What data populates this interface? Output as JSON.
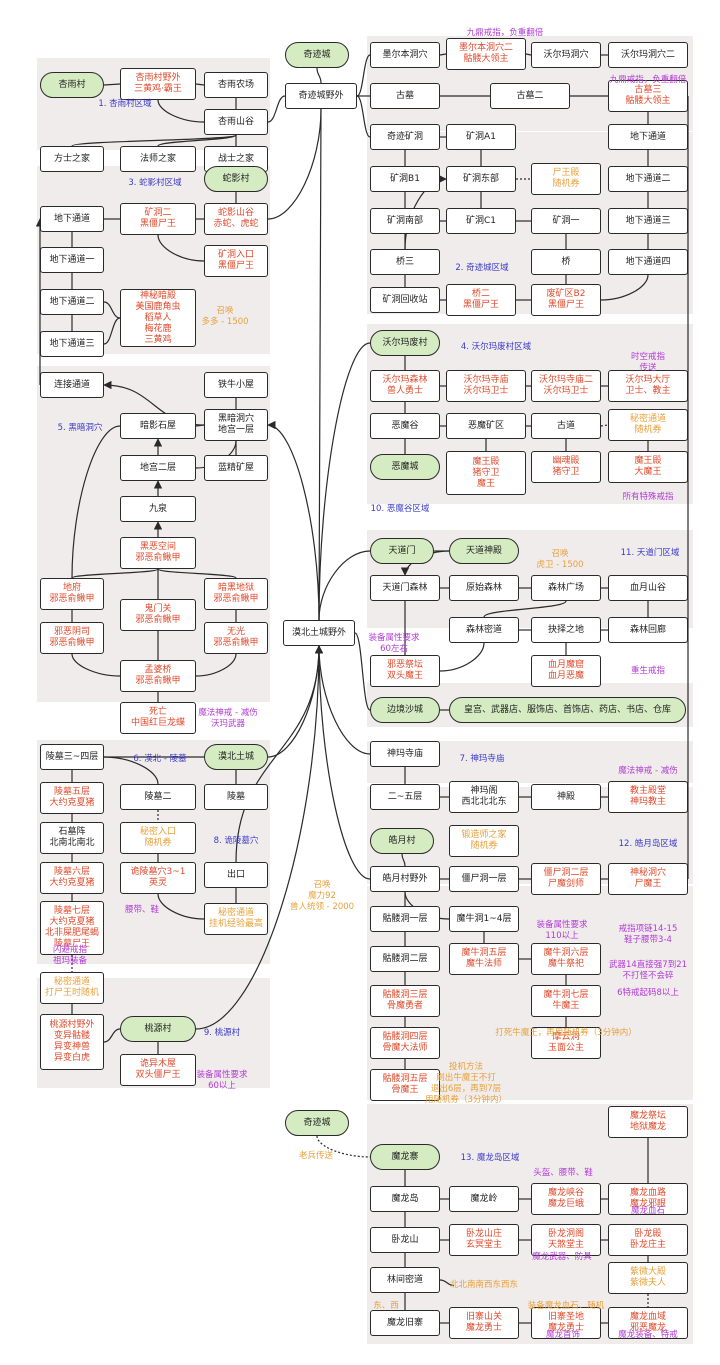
{
  "nodes": {
    "xingcun": {
      "lines": [
        "杏雨村"
      ],
      "style": "green"
    },
    "xingyuan": {
      "lines": [
        "杏雨村野外",
        "三黄鸡·霸王"
      ],
      "style": "red"
    },
    "xingnong": {
      "lines": [
        "杏雨农场"
      ]
    },
    "xinggu": {
      "lines": [
        "杏雨山谷"
      ]
    },
    "fangshi": {
      "lines": [
        "方士之家"
      ]
    },
    "fashi": {
      "lines": [
        "法师之家"
      ]
    },
    "zhanshi": {
      "lines": [
        "战士之家"
      ]
    },
    "qiji1": {
      "lines": [
        "奇迹城"
      ],
      "style": "green"
    },
    "qijiye": {
      "lines": [
        "奇迹城野外"
      ]
    },
    "moer1": {
      "lines": [
        "墨尔本洞穴"
      ]
    },
    "moer2": {
      "lines": [
        "墨尔本洞穴二",
        "骷髅大领主"
      ],
      "style": "red"
    },
    "wo1": {
      "lines": [
        "沃尔玛洞穴"
      ]
    },
    "wo2": {
      "lines": [
        "沃尔玛洞穴二"
      ]
    },
    "gumu": {
      "lines": [
        "古墓"
      ]
    },
    "gumu2": {
      "lines": [
        "古墓二"
      ]
    },
    "gumu3": {
      "lines": [
        "古墓三",
        "骷髅大领主"
      ],
      "style": "red"
    },
    "dixia1": {
      "lines": [
        "地下通道"
      ]
    },
    "dixia2": {
      "lines": [
        "地下通道二"
      ]
    },
    "dixia3": {
      "lines": [
        "地下通道三"
      ]
    },
    "dixia4": {
      "lines": [
        "地下通道四"
      ]
    },
    "qikuang": {
      "lines": [
        "奇迹矿洞"
      ]
    },
    "kuanga1": {
      "lines": [
        "矿洞A1"
      ]
    },
    "kuangb1": {
      "lines": [
        "矿洞B1"
      ]
    },
    "kuangdong": {
      "lines": [
        "矿洞东部"
      ]
    },
    "shiwang": {
      "lines": [
        "尸王殿",
        "随机券"
      ],
      "style": "orange"
    },
    "kuangnan": {
      "lines": [
        "矿洞南部"
      ]
    },
    "kuangc1": {
      "lines": [
        "矿洞C1"
      ]
    },
    "kuangyi": {
      "lines": [
        "矿洞一"
      ]
    },
    "qiao3": {
      "lines": [
        "桥三"
      ]
    },
    "qiao": {
      "lines": [
        "桥"
      ]
    },
    "kuanghui": {
      "lines": [
        "矿洞回收站"
      ]
    },
    "qiao2": {
      "lines": [
        "桥二",
        "黑僵尸王"
      ],
      "style": "red"
    },
    "feikuang": {
      "lines": [
        "废矿区B2",
        "黑僵尸王"
      ],
      "style": "red"
    },
    "shecun": {
      "lines": [
        "蛇影村"
      ],
      "style": "green"
    },
    "sd_dixia": {
      "lines": [
        "地下通道"
      ]
    },
    "sd_kuang2": {
      "lines": [
        "矿洞二",
        "黑僵尸王"
      ],
      "style": "red"
    },
    "sd_shegu": {
      "lines": [
        "蛇影山谷",
        "赤蛇、虎蛇"
      ],
      "style": "red"
    },
    "sd_dixia1": {
      "lines": [
        "地下通道一"
      ]
    },
    "sd_rukou": {
      "lines": [
        "矿洞入口",
        "黑僵尸王"
      ],
      "style": "red"
    },
    "sd_dixia2": {
      "lines": [
        "地下通道二"
      ]
    },
    "sd_shenmi": {
      "lines": [
        "神秘暗殿",
        "美国鹿角虫",
        "稻草人",
        "梅花鹿",
        "三黄鸡"
      ],
      "style": "red"
    },
    "sd_dixia3": {
      "lines": [
        "地下通道三"
      ]
    },
    "lianjie": {
      "lines": [
        "连接通道"
      ]
    },
    "tieniu": {
      "lines": [
        "铁牛小屋"
      ]
    },
    "anying": {
      "lines": [
        "暗影石屋"
      ]
    },
    "heian": {
      "lines": [
        "黑暗洞穴",
        "地宫一层"
      ]
    },
    "digong2": {
      "lines": [
        "地宫二层"
      ]
    },
    "lanjing": {
      "lines": [
        "蓝精矿屋"
      ]
    },
    "jiuquan": {
      "lines": [
        "九泉"
      ]
    },
    "heie": {
      "lines": [
        "黑恶空间",
        "邪恶俞鳅甲"
      ],
      "style": "red"
    },
    "difu": {
      "lines": [
        "地府",
        "邪恶俞鳅甲"
      ],
      "style": "red"
    },
    "anhei": {
      "lines": [
        "暗黑地狱",
        "邪恶俞鳅甲"
      ],
      "style": "red"
    },
    "guimen": {
      "lines": [
        "鬼门关",
        "邪恶俞鳅甲"
      ],
      "style": "red"
    },
    "xiee": {
      "lines": [
        "邪恶阴司",
        "邪恶俞鳅甲"
      ],
      "style": "red"
    },
    "wuguang": {
      "lines": [
        "无光",
        "邪恶俞鳅甲"
      ],
      "style": "red"
    },
    "mengpo": {
      "lines": [
        "孟婆桥",
        "邪恶俞鳅甲"
      ],
      "style": "red"
    },
    "siwang": {
      "lines": [
        "死亡",
        "中国红巨龙蝶"
      ],
      "style": "red"
    },
    "woercun": {
      "lines": [
        "沃尔玛废村"
      ],
      "style": "green"
    },
    "wo_sen": {
      "lines": [
        "沃尔玛森林",
        "兽人勇士"
      ],
      "style": "red"
    },
    "wo_simiao": {
      "lines": [
        "沃尔玛寺庙",
        "沃尔玛卫士"
      ],
      "style": "red"
    },
    "wo_simiao2": {
      "lines": [
        "沃尔玛寺庙二",
        "沃尔玛卫士"
      ],
      "style": "red"
    },
    "wo_dating": {
      "lines": [
        "沃尔玛大厅",
        "卫士、教主"
      ],
      "style": "red"
    },
    "emogu": {
      "lines": [
        "恶魔谷"
      ]
    },
    "emokuang": {
      "lines": [
        "恶魔矿区"
      ]
    },
    "gudao": {
      "lines": [
        "古道"
      ]
    },
    "mimi1": {
      "lines": [
        "秘密通道",
        "随机券"
      ],
      "style": "orange"
    },
    "emocheng": {
      "lines": [
        "恶魔城"
      ],
      "style": "green"
    },
    "mowangdian": {
      "lines": [
        "魔王殿",
        "猪守卫",
        "魔王"
      ],
      "style": "red"
    },
    "youling": {
      "lines": [
        "幽魂殿",
        "猪守卫"
      ],
      "style": "red"
    },
    "mowangdian2": {
      "lines": [
        "魔王殿",
        "大魔王"
      ],
      "style": "red"
    },
    "tiandaomen": {
      "lines": [
        "天道门"
      ],
      "style": "green"
    },
    "tiandaoshen": {
      "lines": [
        "天道神殿"
      ],
      "style": "green"
    },
    "td_sen": {
      "lines": [
        "天道门森林"
      ]
    },
    "yuanshi": {
      "lines": [
        "原始森林"
      ]
    },
    "senlin_gc": {
      "lines": [
        "森林广场"
      ]
    },
    "xueyue": {
      "lines": [
        "血月山谷"
      ]
    },
    "senlin_mi": {
      "lines": [
        "森林密道"
      ]
    },
    "jueze": {
      "lines": [
        "抉择之地"
      ]
    },
    "senlin_hui": {
      "lines": [
        "森林回廊"
      ]
    },
    "xiejitan": {
      "lines": [
        "邪恶祭坛",
        "双头魔王"
      ],
      "style": "red"
    },
    "xueyue_mo": {
      "lines": [
        "血月魔窟",
        "血月恶魔"
      ],
      "style": "red"
    },
    "hanbei": {
      "lines": [
        "漠北土城野外"
      ]
    },
    "bianjing": {
      "lines": [
        "边境沙城"
      ],
      "style": "green"
    },
    "huanggong": {
      "lines": [
        "皇宫、武器店、服饰店、首饰店、药店、书店、仓库"
      ],
      "style": "green"
    },
    "shenma_si": {
      "lines": [
        "神玛寺庙"
      ]
    },
    "erwu": {
      "lines": [
        "二~五层"
      ]
    },
    "shenma_ge": {
      "lines": [
        "神玛阁",
        "西北北北东"
      ]
    },
    "shendian": {
      "lines": [
        "神殿"
      ]
    },
    "jiaozhu_tang": {
      "lines": [
        "教主殿堂",
        "神玛教主"
      ],
      "style": "red"
    },
    "lingmu34": {
      "lines": [
        "陵墓三~四层"
      ]
    },
    "hanbei_tu": {
      "lines": [
        "漠北土城"
      ],
      "style": "green"
    },
    "lingmu5": {
      "lines": [
        "陵墓五层",
        "大约克夏猪"
      ],
      "style": "red"
    },
    "lingmu2": {
      "lines": [
        "陵墓二"
      ]
    },
    "lingmu": {
      "lines": [
        "陵墓"
      ]
    },
    "shimu": {
      "lines": [
        "石墓阵",
        "北南北南北"
      ]
    },
    "mimi_ru": {
      "lines": [
        "秘密入口",
        "随机券"
      ],
      "style": "orange"
    },
    "lingmu6": {
      "lines": [
        "陵墓六层",
        "大约克夏猪"
      ],
      "style": "red"
    },
    "gui_ling": {
      "lines": [
        "诡陵墓穴3~1",
        "英灵"
      ],
      "style": "red"
    },
    "chukou": {
      "lines": [
        "出口"
      ]
    },
    "lingmu7": {
      "lines": [
        "陵墓七层",
        "大约克夏猪",
        "北非屎肥尾蝎",
        "陵墓尸王"
      ],
      "style": "red"
    },
    "mimi_gua": {
      "lines": [
        "秘密通道",
        "挂机经验最高"
      ],
      "style": "orange"
    },
    "mimi_da": {
      "lines": [
        "秘密通道",
        "打尸王时随机"
      ],
      "style": "orange"
    },
    "taoyuan_ye": {
      "lines": [
        "桃源村野外",
        "变异骷髅",
        "异变神兽",
        "异变白虎"
      ],
      "style": "red"
    },
    "taoyuancun": {
      "lines": [
        "桃源村"
      ],
      "style": "green"
    },
    "guiyi": {
      "lines": [
        "诡异木屋",
        "双头僵尸王"
      ],
      "style": "red"
    },
    "haoyuecun": {
      "lines": [
        "皓月村"
      ],
      "style": "green"
    },
    "duanzao": {
      "lines": [
        "锻造师之家",
        "随机券"
      ],
      "style": "orange"
    },
    "haoyue_ye": {
      "lines": [
        "皓月村野外"
      ]
    },
    "jiangshi1": {
      "lines": [
        "僵尸洞一层"
      ]
    },
    "jiangshi2": {
      "lines": [
        "僵尸洞二层",
        "尸魔剑师"
      ],
      "style": "red"
    },
    "shenmi_dong": {
      "lines": [
        "神秘洞穴",
        "尸魔王"
      ],
      "style": "red"
    },
    "kulou1": {
      "lines": [
        "骷髅洞一层"
      ]
    },
    "moniu14": {
      "lines": [
        "魔牛洞1~4层"
      ]
    },
    "kulou2": {
      "lines": [
        "骷髅洞二层"
      ]
    },
    "moniu5": {
      "lines": [
        "魔牛洞五层",
        "魔牛法师"
      ],
      "style": "red"
    },
    "moniu6": {
      "lines": [
        "魔牛洞六层",
        "魔牛祭祀"
      ],
      "style": "red"
    },
    "kulou3": {
      "lines": [
        "骷髅洞三层",
        "骨魔勇者"
      ],
      "style": "red"
    },
    "moniu7": {
      "lines": [
        "魔牛洞七层",
        "牛魔王"
      ],
      "style": "red"
    },
    "kulou4": {
      "lines": [
        "骷髅洞四层",
        "骨魔大法师"
      ],
      "style": "red"
    },
    "moyun": {
      "lines": [
        "摩云洞",
        "玉面公主"
      ],
      "style": "red"
    },
    "kulou5": {
      "lines": [
        "骷髅洞五层",
        "骨魔王"
      ],
      "style": "red"
    },
    "qiji2": {
      "lines": [
        "奇迹城"
      ],
      "style": "green"
    },
    "molongzhai": {
      "lines": [
        "魔龙寨"
      ],
      "style": "green"
    },
    "molong_jitan": {
      "lines": [
        "魔龙祭坛",
        "地狱魔龙"
      ],
      "style": "red"
    },
    "molongdao": {
      "lines": [
        "魔龙岛"
      ]
    },
    "molongling": {
      "lines": [
        "魔龙岭"
      ]
    },
    "molong_xia": {
      "lines": [
        "魔龙峡谷",
        "魔龙巨蛾"
      ],
      "style": "red"
    },
    "molong_xl": {
      "lines": [
        "魔龙血路",
        "魔龙邪眼"
      ],
      "style": "red"
    },
    "wolongshan": {
      "lines": [
        "卧龙山"
      ]
    },
    "wolong_sz": {
      "lines": [
        "卧龙山庄",
        "玄冥堂主"
      ],
      "style": "red"
    },
    "wolong_dd": {
      "lines": [
        "卧龙洞阁",
        "天煞堂主"
      ],
      "style": "red"
    },
    "wolong_dian": {
      "lines": [
        "卧龙殿",
        "卧龙庄主"
      ],
      "style": "red"
    },
    "linjian": {
      "lines": [
        "林间密道"
      ]
    },
    "ziwei": {
      "lines": [
        "紫微大殿",
        "紫微夫人"
      ],
      "style": "orange"
    },
    "molong_jz": {
      "lines": [
        "魔龙旧寨"
      ]
    },
    "jiuzhai_sg": {
      "lines": [
        "旧寨山关",
        "魔龙勇士"
      ],
      "style": "red"
    },
    "jiuzhai_sd": {
      "lines": [
        "旧寨圣地",
        "魔龙勇士"
      ],
      "style": "red"
    },
    "molong_xc": {
      "lines": [
        "魔龙血域",
        "邪恶魔龙"
      ],
      "style": "red"
    }
  },
  "texts": {
    "jiuding_top": {
      "lines": [
        "九鼎戒指，负重翻倍"
      ],
      "color": "magenta"
    },
    "jiuding_2": {
      "lines": [
        "九鼎戒指，负重翻倍"
      ],
      "color": "magenta"
    },
    "region1": {
      "lines": [
        "1. 杏雨村区域"
      ],
      "color": "blue"
    },
    "region3": {
      "lines": [
        "3. 蛇影村区域"
      ],
      "color": "blue"
    },
    "region2": {
      "lines": [
        "2. 奇迹城区域"
      ],
      "color": "blue"
    },
    "zhaohuan_dd": {
      "lines": [
        "召唤",
        "多多 - 1500"
      ],
      "color": "orange"
    },
    "region4": {
      "lines": [
        "4. 沃尔玛废村区域"
      ],
      "color": "blue"
    },
    "shikong": {
      "lines": [
        "时空戒指",
        "传送"
      ],
      "color": "magenta"
    },
    "region5": {
      "lines": [
        "5. 黑暗洞穴"
      ],
      "color": "blue"
    },
    "teshu_jie": {
      "lines": [
        "所有特殊戒指"
      ],
      "color": "magenta"
    },
    "region10": {
      "lines": [
        "10. 恶魔谷区域"
      ],
      "color": "blue"
    },
    "zhaohuan_hw": {
      "lines": [
        "召唤",
        "虎卫 - 1500"
      ],
      "color": "orange"
    },
    "region11": {
      "lines": [
        "11. 天道门区域"
      ],
      "color": "blue"
    },
    "zhuangbei60": {
      "lines": [
        "装备属性要求",
        "60左右"
      ],
      "color": "magenta"
    },
    "zhongsheng": {
      "lines": [
        "重生戒指"
      ],
      "color": "magenta"
    },
    "mofa_wo": {
      "lines": [
        "魔法神戒 - 减伤",
        "沃玛武器"
      ],
      "color": "magenta"
    },
    "region6": {
      "lines": [
        "6. 漠北 - 陵墓"
      ],
      "color": "blue"
    },
    "region7": {
      "lines": [
        "7. 神玛寺庙"
      ],
      "color": "blue"
    },
    "mofa_js": {
      "lines": [
        "魔法神戒 - 减伤"
      ],
      "color": "magenta"
    },
    "region8": {
      "lines": [
        "8. 诡陵墓穴"
      ],
      "color": "blue"
    },
    "region12": {
      "lines": [
        "12. 皓月岛区域"
      ],
      "color": "blue"
    },
    "zhaohuan_92": {
      "lines": [
        "召唤",
        "魔力92",
        "兽人统领 - 2000"
      ],
      "color": "orange"
    },
    "zhuangbei110": {
      "lines": [
        "装备属性要求",
        "110以上"
      ],
      "color": "magenta"
    },
    "jiezhi_14": {
      "lines": [
        "戒指项链14-15",
        "鞋子腰带3-4"
      ],
      "color": "magenta"
    },
    "wuqi14": {
      "lines": [
        "武器14直接强7到21",
        "不打怪不会碎"
      ],
      "color": "magenta"
    },
    "tejie6": {
      "lines": [
        "6特戒起码8以上"
      ],
      "color": "magenta"
    },
    "yaodai": {
      "lines": [
        "腰带、鞋"
      ],
      "color": "magenta"
    },
    "shandian": {
      "lines": [
        "闪避戒指",
        "祖玛装备"
      ],
      "color": "magenta"
    },
    "dasi": {
      "lines": [
        "打死牛魔王，再用随机券（3分钟内）"
      ],
      "color": "orange"
    },
    "tiaoji": {
      "lines": [
        "投机方法",
        "刷出牛魔王不打",
        "退出6层，再到7层",
        "用随机券（3分钟内）"
      ],
      "color": "orange"
    },
    "region9": {
      "lines": [
        "9. 桃源村"
      ],
      "color": "blue"
    },
    "zhuangbei_60up": {
      "lines": [
        "装备属性要求",
        "60以上"
      ],
      "color": "magenta"
    },
    "laoren": {
      "lines": [
        "老兵传送"
      ],
      "color": "orange"
    },
    "region13": {
      "lines": [
        "13. 魔龙岛区域"
      ],
      "color": "blue"
    },
    "toukui": {
      "lines": [
        "头盔、腰带、鞋"
      ],
      "color": "magenta"
    },
    "molong_xs": {
      "lines": [
        "魔龙血石"
      ],
      "color": "magenta"
    },
    "molong_wq": {
      "lines": [
        "魔龙武器、防具"
      ],
      "color": "magenta"
    },
    "beibei": {
      "lines": [
        "北北南南西东西东"
      ],
      "color": "orange"
    },
    "dongxi": {
      "lines": [
        "东、西"
      ],
      "color": "orange"
    },
    "zhuangbei14": {
      "lines": [
        "装备魔龙血石、随机"
      ],
      "color": "orange"
    },
    "molong_ss": {
      "lines": [
        "魔龙首饰"
      ],
      "color": "magenta"
    },
    "molong_zb": {
      "lines": [
        "魔龙装备、特戒"
      ],
      "color": "magenta"
    }
  },
  "colors": {
    "panel": "#f0ecec",
    "green_node": "#d5ecc2",
    "red_text": "#e04a2c",
    "orange_text": "#e8a03a",
    "blue_text": "#3a3ac8",
    "magenta_text": "#b23ad6",
    "line": "#2a2a2a"
  }
}
